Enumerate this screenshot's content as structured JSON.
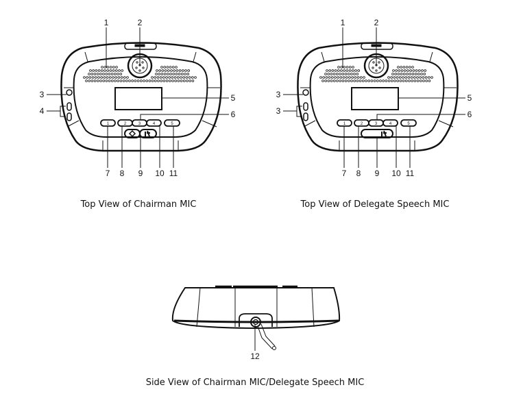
{
  "captions": {
    "chairman": "Top View of Chairman MIC",
    "delegate": "Top View of Delegate Speech MIC",
    "side": "Side View of Chairman MIC/Delegate Speech MIC"
  },
  "chairman_callouts": [
    "1",
    "2",
    "3",
    "4",
    "5",
    "6",
    "7",
    "8",
    "9",
    "10",
    "11"
  ],
  "delegate_callouts": [
    "1",
    "2",
    "3",
    "3",
    "5",
    "6",
    "7",
    "8",
    "9",
    "10",
    "11"
  ],
  "side_callout": "12",
  "button_labels": [
    "1",
    "2",
    "3",
    "4",
    "5"
  ]
}
